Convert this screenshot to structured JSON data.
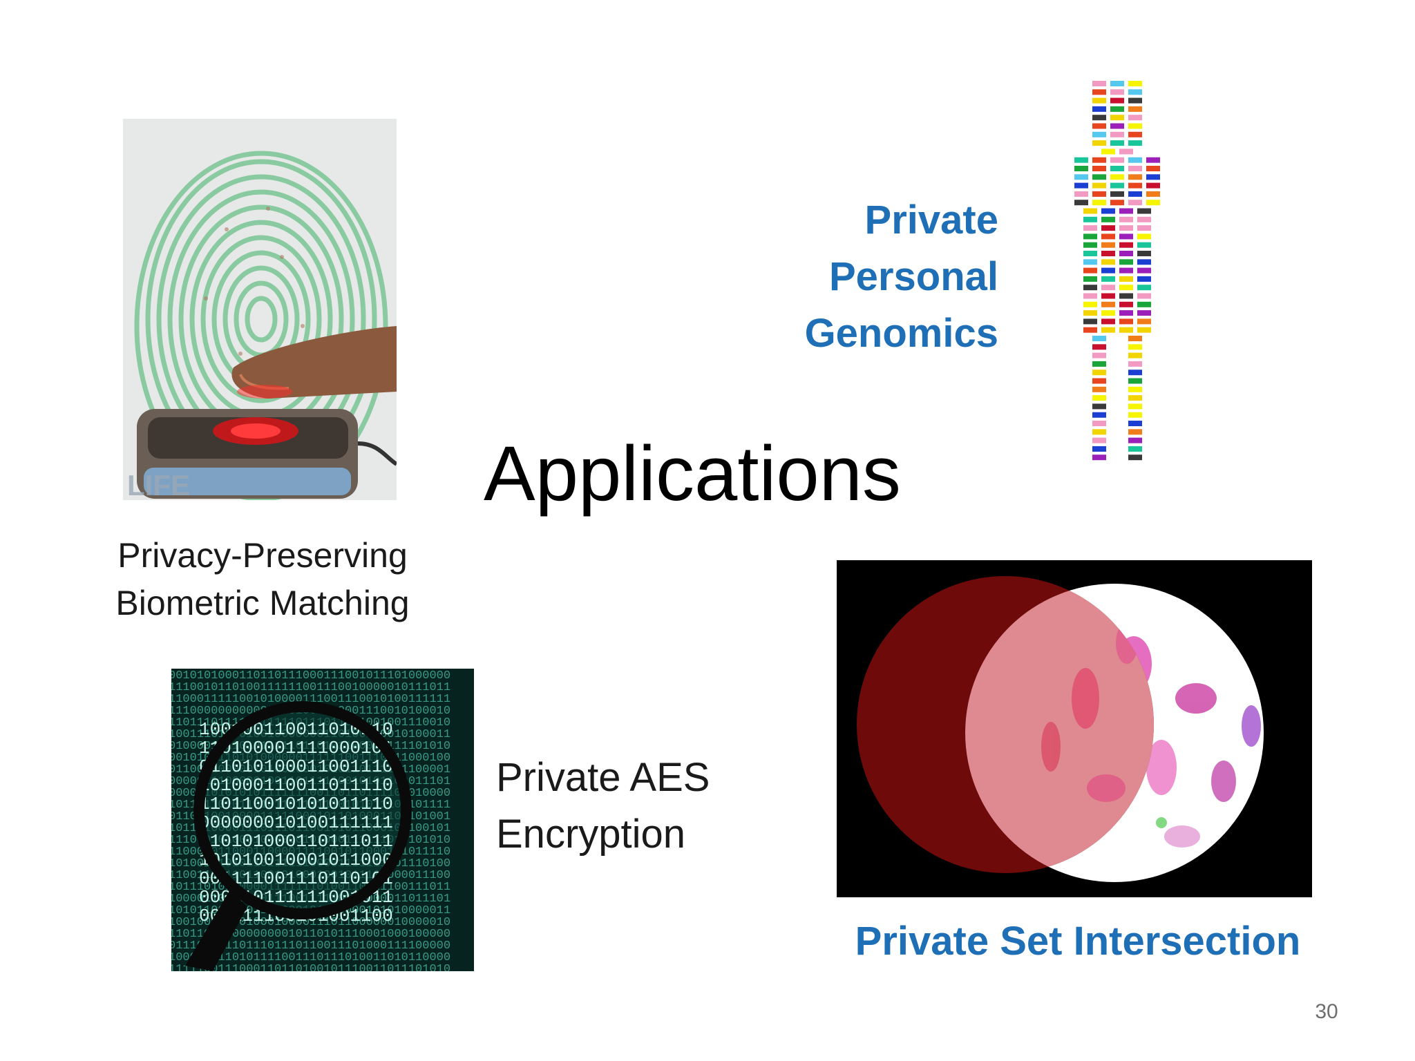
{
  "slide": {
    "title": "Applications",
    "page_number": "30"
  },
  "applications": {
    "biometric": {
      "line1": "Privacy-Preserving",
      "line2": "Biometric Matching"
    },
    "genomics": {
      "line1": "Private",
      "line2": "Personal",
      "line3": "Genomics"
    },
    "aes": {
      "line1": "Private AES",
      "line2": "Encryption"
    },
    "psi": {
      "label": "Private Set Intersection"
    }
  },
  "images": {
    "fingerprint_watermark": "LIFE"
  },
  "colors": {
    "accent_blue": "#1f6fb7",
    "text_black": "#1a1a1a",
    "psi_circle": "#6e0a0a"
  }
}
